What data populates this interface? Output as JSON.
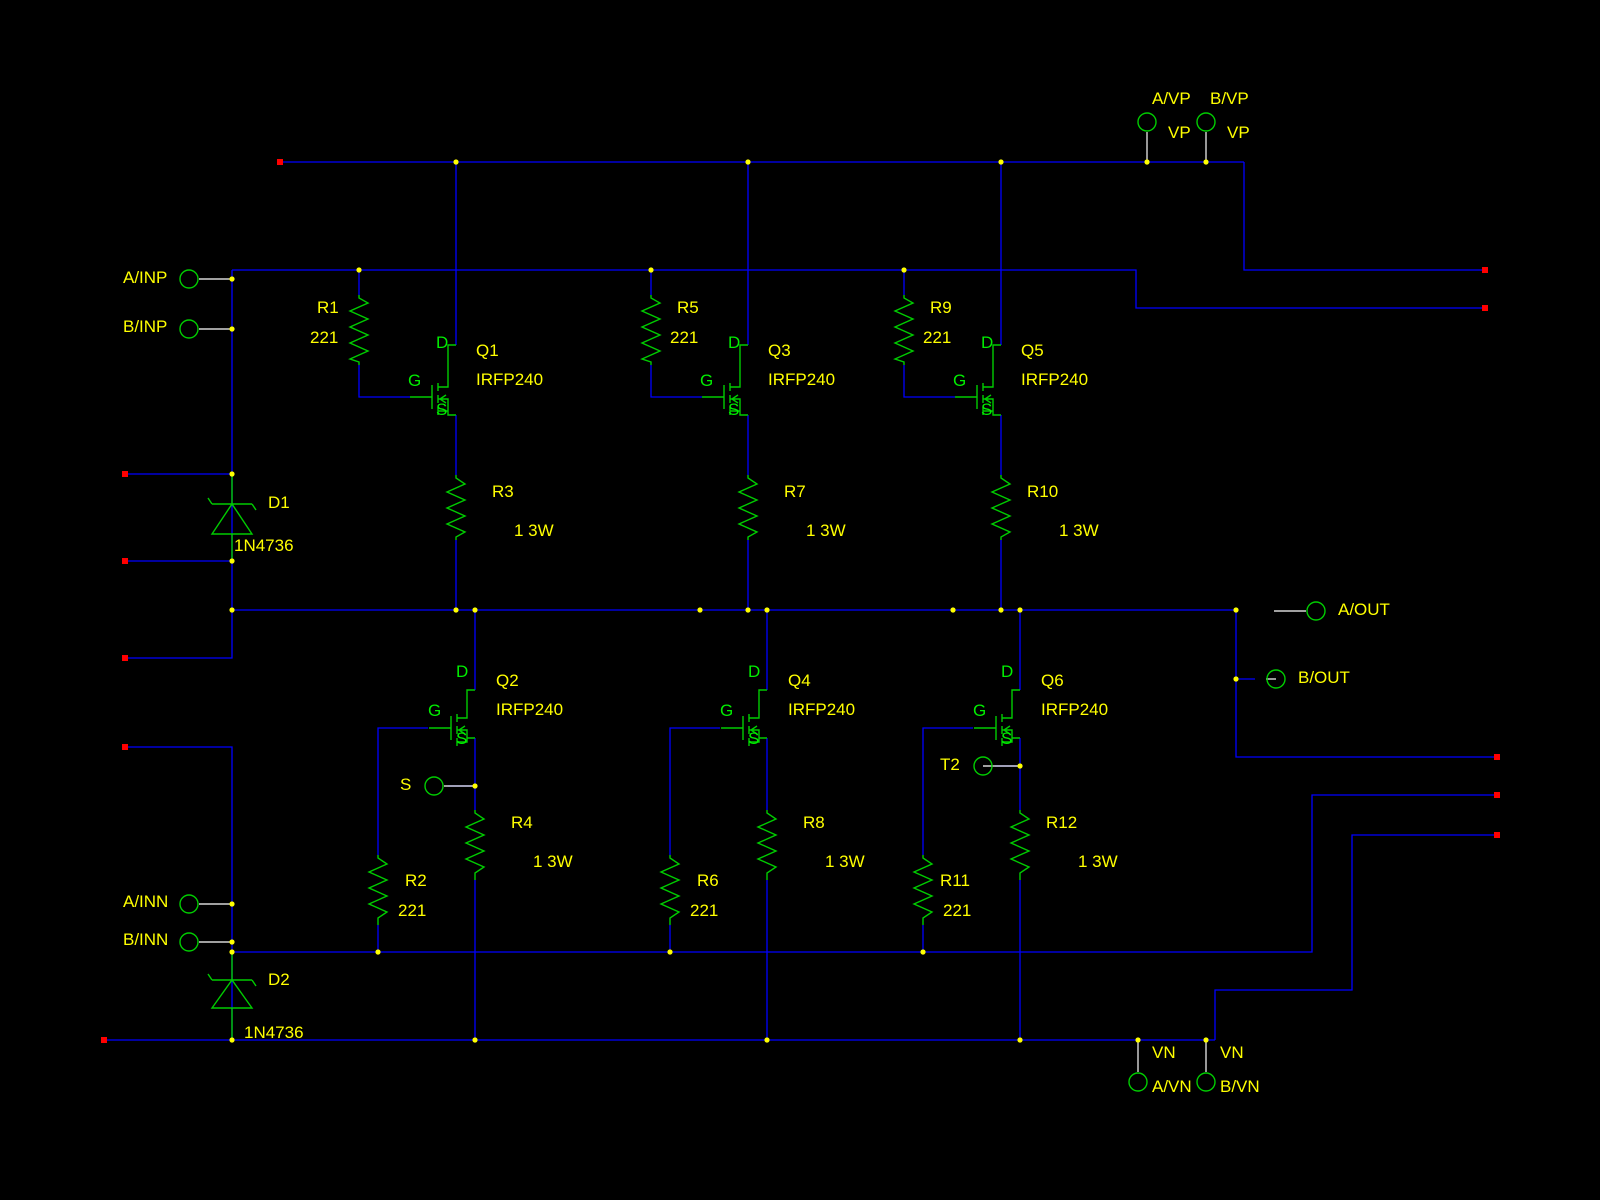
{
  "colors": {
    "background": "#000000",
    "wire": "#0000ff",
    "component": "#00cc00",
    "label": "#ffff00",
    "junction": "#ffff00",
    "offpage_marker": "#ff0000",
    "lead": "#ffffff"
  },
  "ports": [
    {
      "name": "A/VP",
      "net": "VP"
    },
    {
      "name": "B/VP",
      "net": "VP"
    },
    {
      "name": "A/INP"
    },
    {
      "name": "B/INP"
    },
    {
      "name": "A/OUT"
    },
    {
      "name": "B/OUT"
    },
    {
      "name": "S"
    },
    {
      "name": "T2"
    },
    {
      "name": "A/INN"
    },
    {
      "name": "B/INN"
    },
    {
      "name": "A/VN",
      "net": "VN"
    },
    {
      "name": "B/VN",
      "net": "VN"
    }
  ],
  "transistors": [
    {
      "ref": "Q1",
      "part": "IRFP240",
      "pins": {
        "d": "D",
        "g": "G",
        "s": "S"
      }
    },
    {
      "ref": "Q3",
      "part": "IRFP240",
      "pins": {
        "d": "D",
        "g": "G",
        "s": "S"
      }
    },
    {
      "ref": "Q5",
      "part": "IRFP240",
      "pins": {
        "d": "D",
        "g": "G",
        "s": "S"
      }
    },
    {
      "ref": "Q2",
      "part": "IRFP240",
      "pins": {
        "d": "D",
        "g": "G",
        "s": "S"
      }
    },
    {
      "ref": "Q4",
      "part": "IRFP240",
      "pins": {
        "d": "D",
        "g": "G",
        "s": "S"
      }
    },
    {
      "ref": "Q6",
      "part": "IRFP240",
      "pins": {
        "d": "D",
        "g": "G",
        "s": "S"
      }
    }
  ],
  "resistors": [
    {
      "ref": "R1",
      "value": "221"
    },
    {
      "ref": "R5",
      "value": "221"
    },
    {
      "ref": "R9",
      "value": "221"
    },
    {
      "ref": "R3",
      "value": "1 3W"
    },
    {
      "ref": "R7",
      "value": "1 3W"
    },
    {
      "ref": "R10",
      "value": "1 3W"
    },
    {
      "ref": "R4",
      "value": "1 3W"
    },
    {
      "ref": "R8",
      "value": "1 3W"
    },
    {
      "ref": "R12",
      "value": "1 3W"
    },
    {
      "ref": "R2",
      "value": "221"
    },
    {
      "ref": "R6",
      "value": "221"
    },
    {
      "ref": "R11",
      "value": "221"
    }
  ],
  "diodes": [
    {
      "ref": "D1",
      "part": "1N4736"
    },
    {
      "ref": "D2",
      "part": "1N4736"
    }
  ]
}
